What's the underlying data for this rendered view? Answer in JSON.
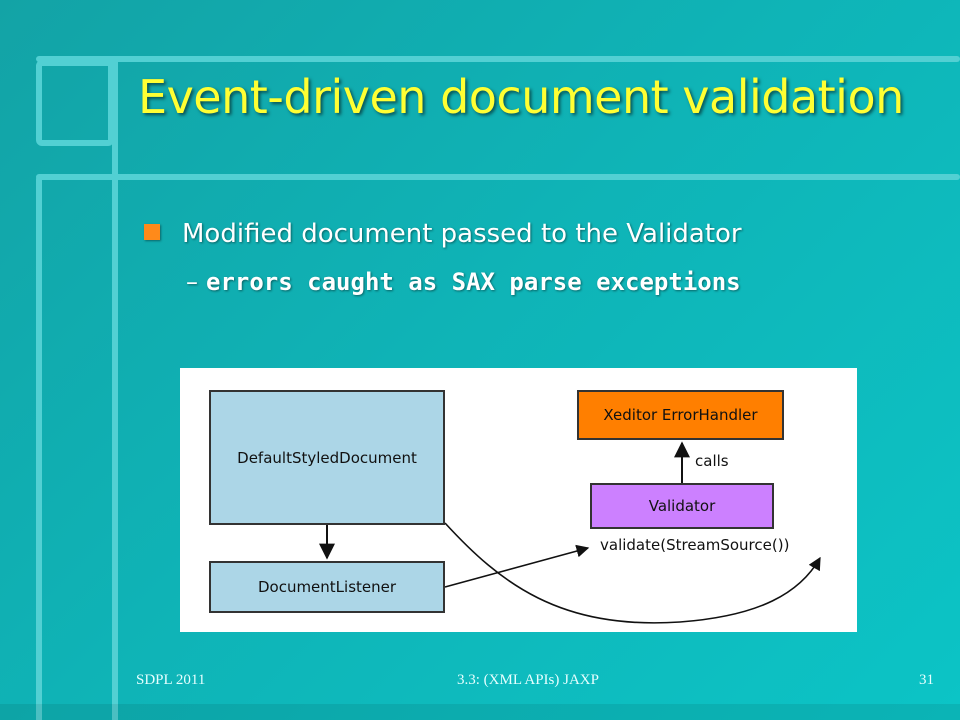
{
  "slide": {
    "title": "Event-driven document validation",
    "bullet": "Modified document passed to the Validator",
    "sub_bullet_dash": "–",
    "sub_bullet": "errors caught as SAX parse exceptions"
  },
  "diagram": {
    "nodes": {
      "default_styled_document": "DefaultStyledDocument",
      "document_listener": "DocumentListener",
      "error_handler": "Xeditor ErrorHandler",
      "validator": "Validator"
    },
    "labels": {
      "calls": "calls",
      "validate": "validate(StreamSource())"
    }
  },
  "footer": {
    "left": "SDPL 2011",
    "center": "3.3: (XML APIs) JAXP",
    "page_number": "31"
  },
  "colors": {
    "background": "#13a3a6",
    "title": "#ffff33",
    "bullet_marker": "#ff8a1a",
    "node_blue": "#acd6e7",
    "node_orange": "#ff7f00",
    "node_purple": "#cc80ff"
  }
}
